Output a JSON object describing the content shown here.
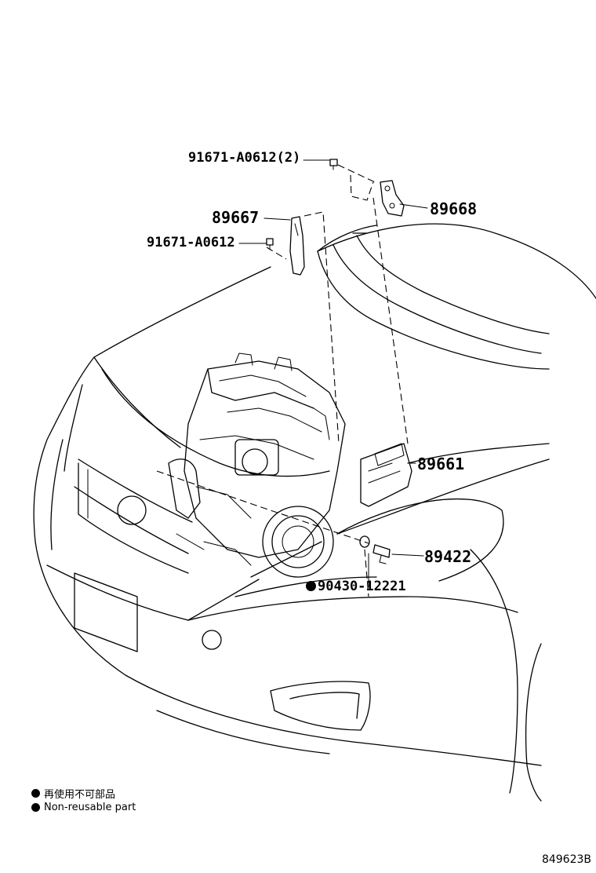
{
  "callouts": {
    "bolt_pair": "91671-A0612(2)",
    "bracket_rear": "89668",
    "bracket_front": "89667",
    "bolt_single": "91671-A0612",
    "ecu": "89661",
    "sensor": "89422",
    "gasket": "90430-12221"
  },
  "legend": {
    "line_jp": "再使用不可部品",
    "line_en": "Non-reusable part"
  },
  "diagram_id": "849623B"
}
